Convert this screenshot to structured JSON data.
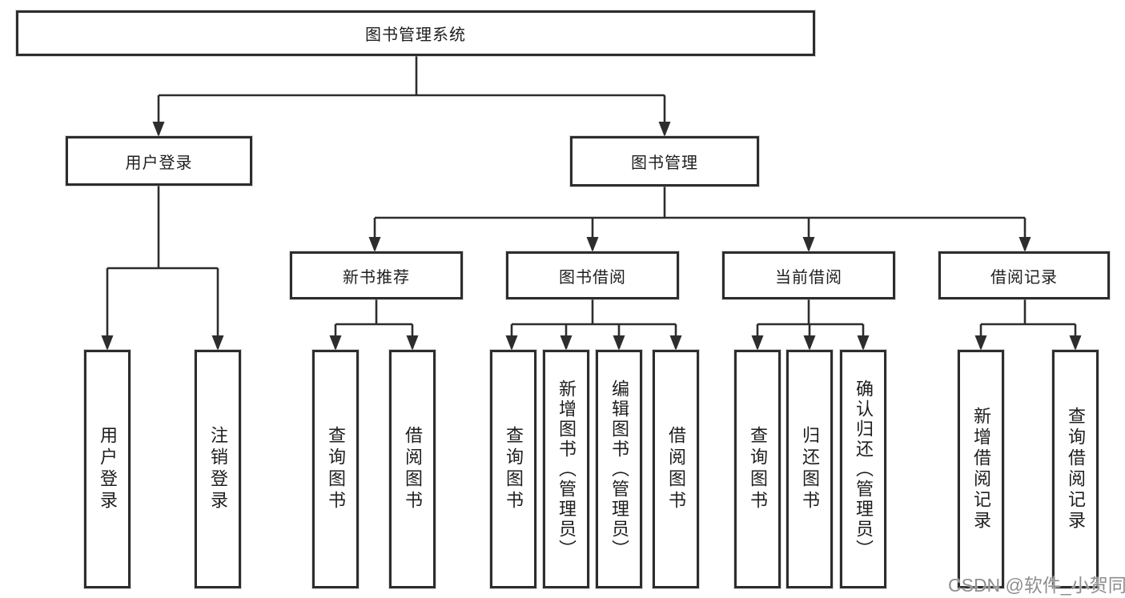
{
  "diagram": {
    "type": "tree",
    "tree": {
      "root": {
        "label": "图书管理系统",
        "children": [
          {
            "label": "用户登录",
            "children": [
              {
                "label": "用户登录"
              },
              {
                "label": "注销登录"
              }
            ]
          },
          {
            "label": "图书管理",
            "children": [
              {
                "label": "新书推荐",
                "children": [
                  {
                    "label": "查询图书"
                  },
                  {
                    "label": "借阅图书"
                  }
                ]
              },
              {
                "label": "图书借阅",
                "children": [
                  {
                    "label": "查询图书"
                  },
                  {
                    "label": "新增图书（管理员）"
                  },
                  {
                    "label": "编辑图书（管理员）"
                  },
                  {
                    "label": "借阅图书"
                  }
                ]
              },
              {
                "label": "当前借阅",
                "children": [
                  {
                    "label": "查询图书"
                  },
                  {
                    "label": "归还图书"
                  },
                  {
                    "label": "确认归还（管理员）"
                  }
                ]
              },
              {
                "label": "借阅记录",
                "children": [
                  {
                    "label": "新增借阅记录"
                  },
                  {
                    "label": "查询借阅记录"
                  }
                ]
              }
            ]
          }
        ]
      }
    },
    "colors": {
      "line": "#2d2d2d",
      "box_border": "#2d2d2d",
      "box_background": "#ffffff",
      "text": "#1e1e1e",
      "page_background": "#ffffff",
      "watermark": "#8f8f8f"
    }
  },
  "watermark": {
    "text": "CSDN @软件_小贺同学"
  }
}
